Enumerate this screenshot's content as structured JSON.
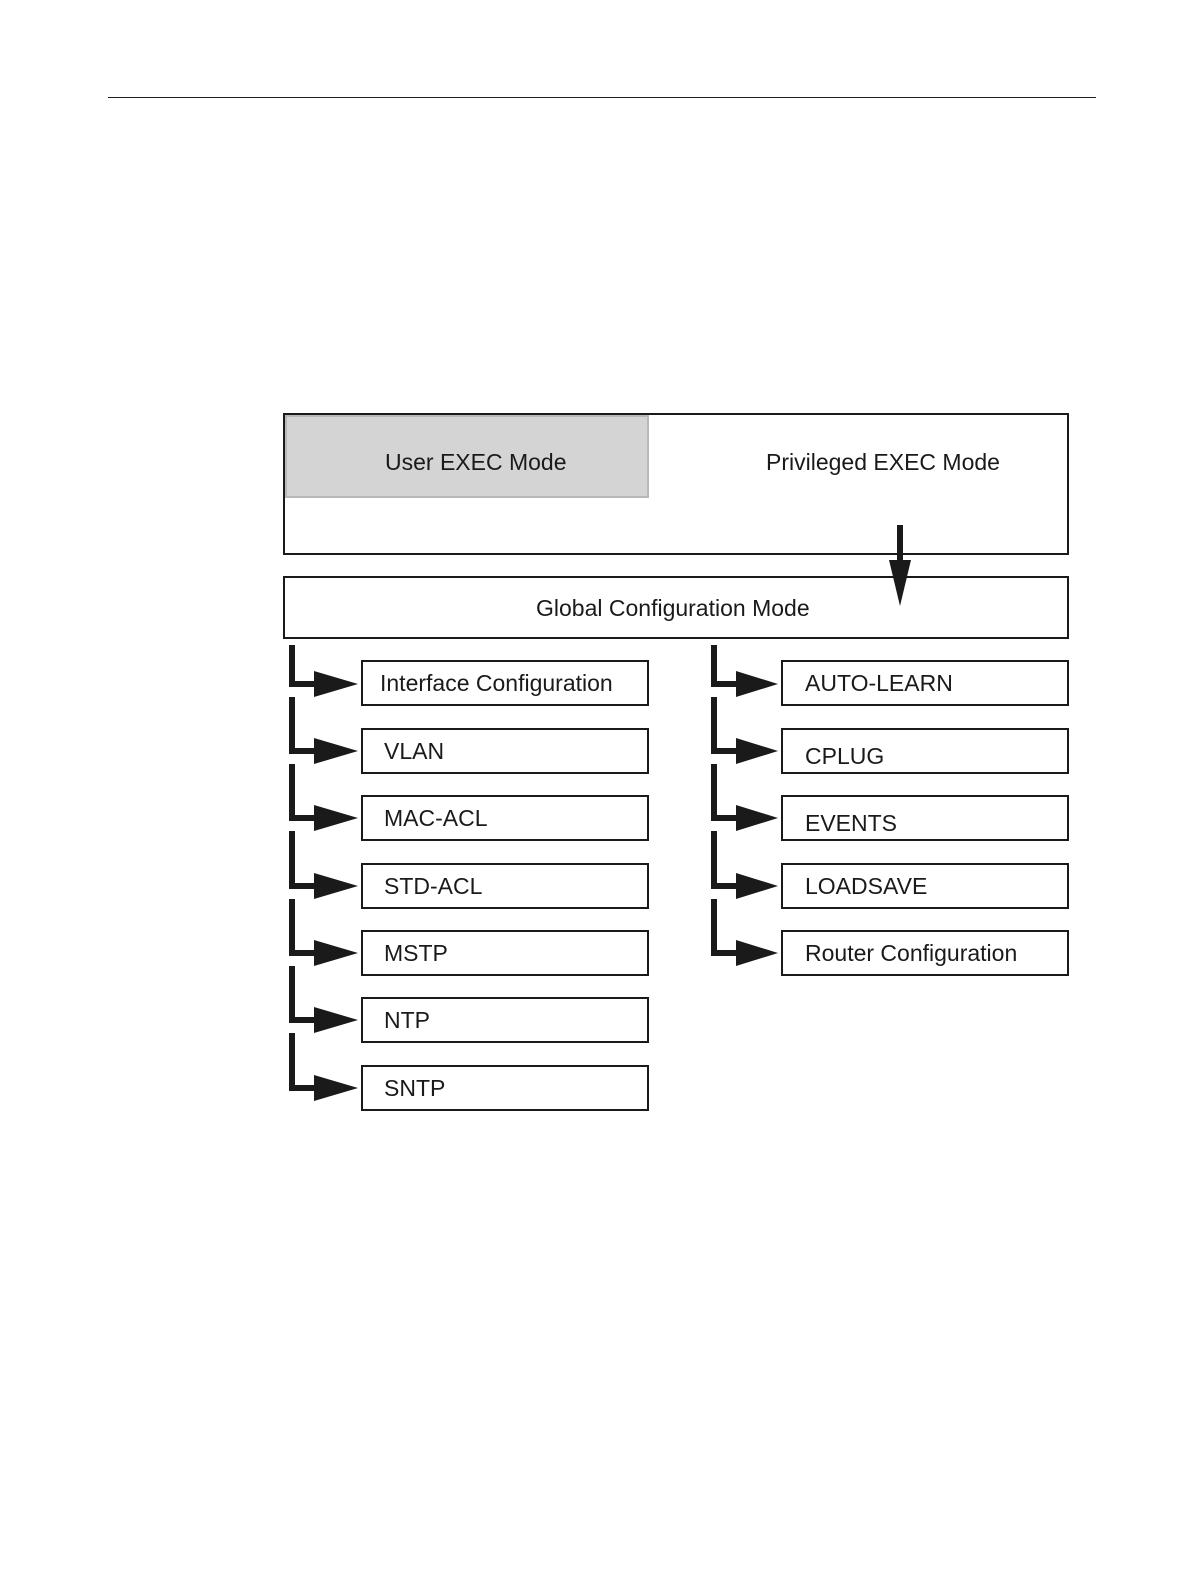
{
  "diagram": {
    "top_modes": {
      "user_exec": "User EXEC Mode",
      "privileged_exec": "Privileged EXEC Mode"
    },
    "global_config": "Global Configuration Mode",
    "left_items": [
      "Interface Configuration",
      "VLAN",
      "MAC-ACL",
      "STD-ACL",
      "MSTP",
      "NTP",
      "SNTP"
    ],
    "right_items": [
      "AUTO-LEARN",
      "CPLUG",
      "EVENTS",
      "LOADSAVE",
      "Router Configuration"
    ]
  }
}
